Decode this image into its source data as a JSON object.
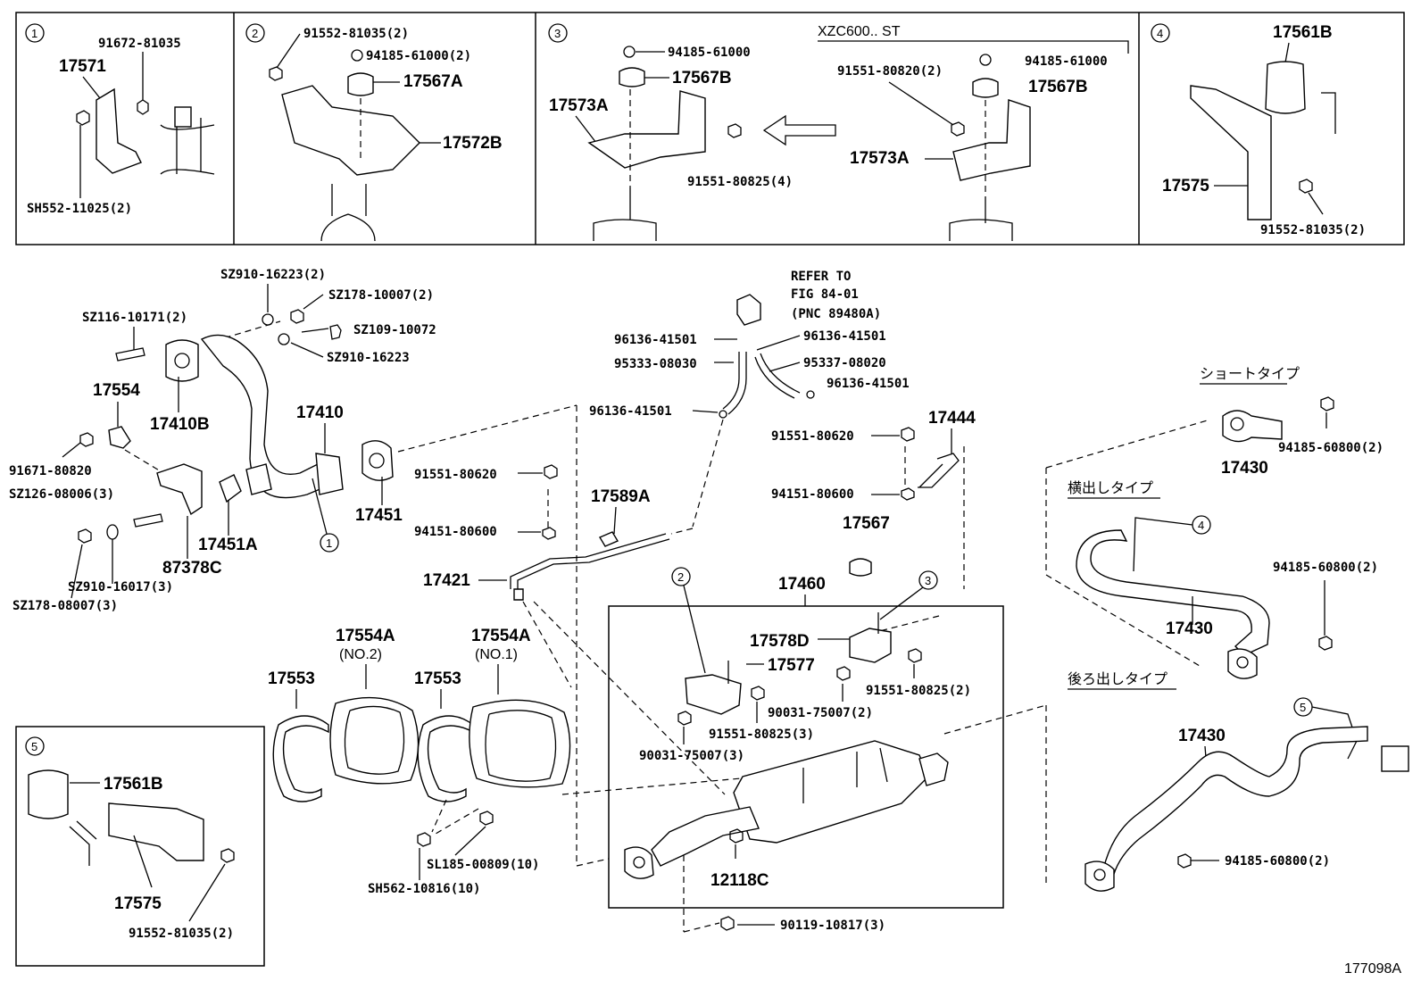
{
  "diagram_id": "177098A",
  "insets": {
    "inset1": {
      "num": "1",
      "parts": [
        "91672-81035",
        "17571",
        "SH552-11025(2)"
      ]
    },
    "inset2": {
      "num": "2",
      "parts": [
        "91552-81035(2)",
        "94185-61000(2)",
        "17567A",
        "17572B"
      ]
    },
    "inset3": {
      "num": "3",
      "variant_label": "XZC600.. ST",
      "parts": [
        "94185-61000",
        "17567B",
        "17573A",
        "91551-80825(4)",
        "94185-61000",
        "91551-80820(2)",
        "17567B",
        "17573A"
      ]
    },
    "inset4": {
      "num": "4",
      "parts": [
        "17561B",
        "17575",
        "91552-81035(2)"
      ]
    },
    "inset5": {
      "num": "5",
      "parts": [
        "17561B",
        "17575",
        "91552-81035(2)"
      ]
    }
  },
  "refer_note": [
    "REFER TO",
    "FIG 84-01",
    "(PNC 89480A)"
  ],
  "variants": {
    "short": "ショートタイプ",
    "side": "横出しタイプ",
    "rear": "後ろ出しタイプ"
  },
  "main_labels": {
    "l1": "SZ910-16223(2)",
    "l2": "SZ178-10007(2)",
    "l3": "SZ116-10171(2)",
    "l4": "SZ109-10072",
    "l5": "SZ910-16223",
    "l6": "17554",
    "l7": "17410B",
    "l8": "17410",
    "l9": "91671-80820",
    "l10": "SZ126-08006(3)",
    "l11": "17451A",
    "l12": "87378C",
    "l13": "SZ910-16017(3)",
    "l14": "SZ178-08007(3)",
    "l15": "17451",
    "l16": "96136-41501",
    "l17": "96136-41501",
    "l18": "95333-08030",
    "l19": "95337-08020",
    "l20": "96136-41501",
    "l21": "96136-41501",
    "l22": "91551-80620",
    "l23": "17589A",
    "l24": "94151-80600",
    "l25": "17421",
    "l26": "17444",
    "l27": "91551-80620",
    "l28": "94151-80600",
    "l29": "17567",
    "l30": "17460",
    "l31": "17578D",
    "l32": "17577",
    "l33": "91551-80825(2)",
    "l34": "90031-75007(2)",
    "l35": "91551-80825(3)",
    "l36": "90031-75007(3)",
    "l37": "12118C",
    "l38": "90119-10817(3)",
    "l39": "17554A",
    "l40": "(NO.2)",
    "l41": "17554A",
    "l42": "(NO.1)",
    "l43": "17553",
    "l44": "17553",
    "l45": "SL185-00809(10)",
    "l46": "SH562-10816(10)",
    "l47": "17430",
    "l48": "94185-60800(2)",
    "l49": "17430",
    "l50": "94185-60800(2)",
    "l51": "17430",
    "l52": "94185-60800(2)"
  },
  "callouts": {
    "c1": "1",
    "c2": "2",
    "c3": "3",
    "c4": "4",
    "c5": "5"
  }
}
